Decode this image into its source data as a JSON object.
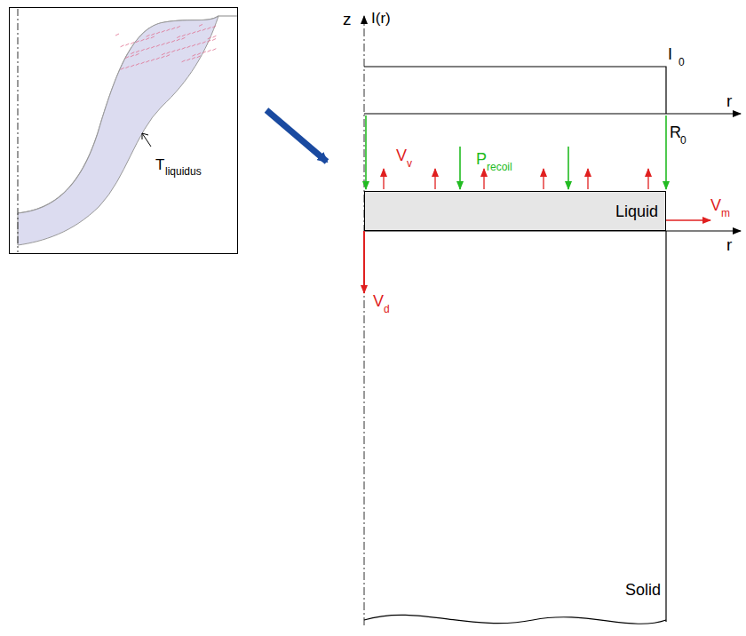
{
  "diagram": {
    "nodes": [
      {
        "text": [
          "T",
          "liquidus"
        ]
      },
      {
        "text": [
          "Liquid"
        ]
      },
      {
        "text": [
          "Solid"
        ]
      }
    ],
    "labels": [
      "z",
      "I(r)",
      "I",
      "0",
      "r",
      "R",
      "0",
      "P",
      "recoil",
      "V",
      "v",
      "V",
      "m",
      "V",
      "d",
      "r"
    ]
  }
}
